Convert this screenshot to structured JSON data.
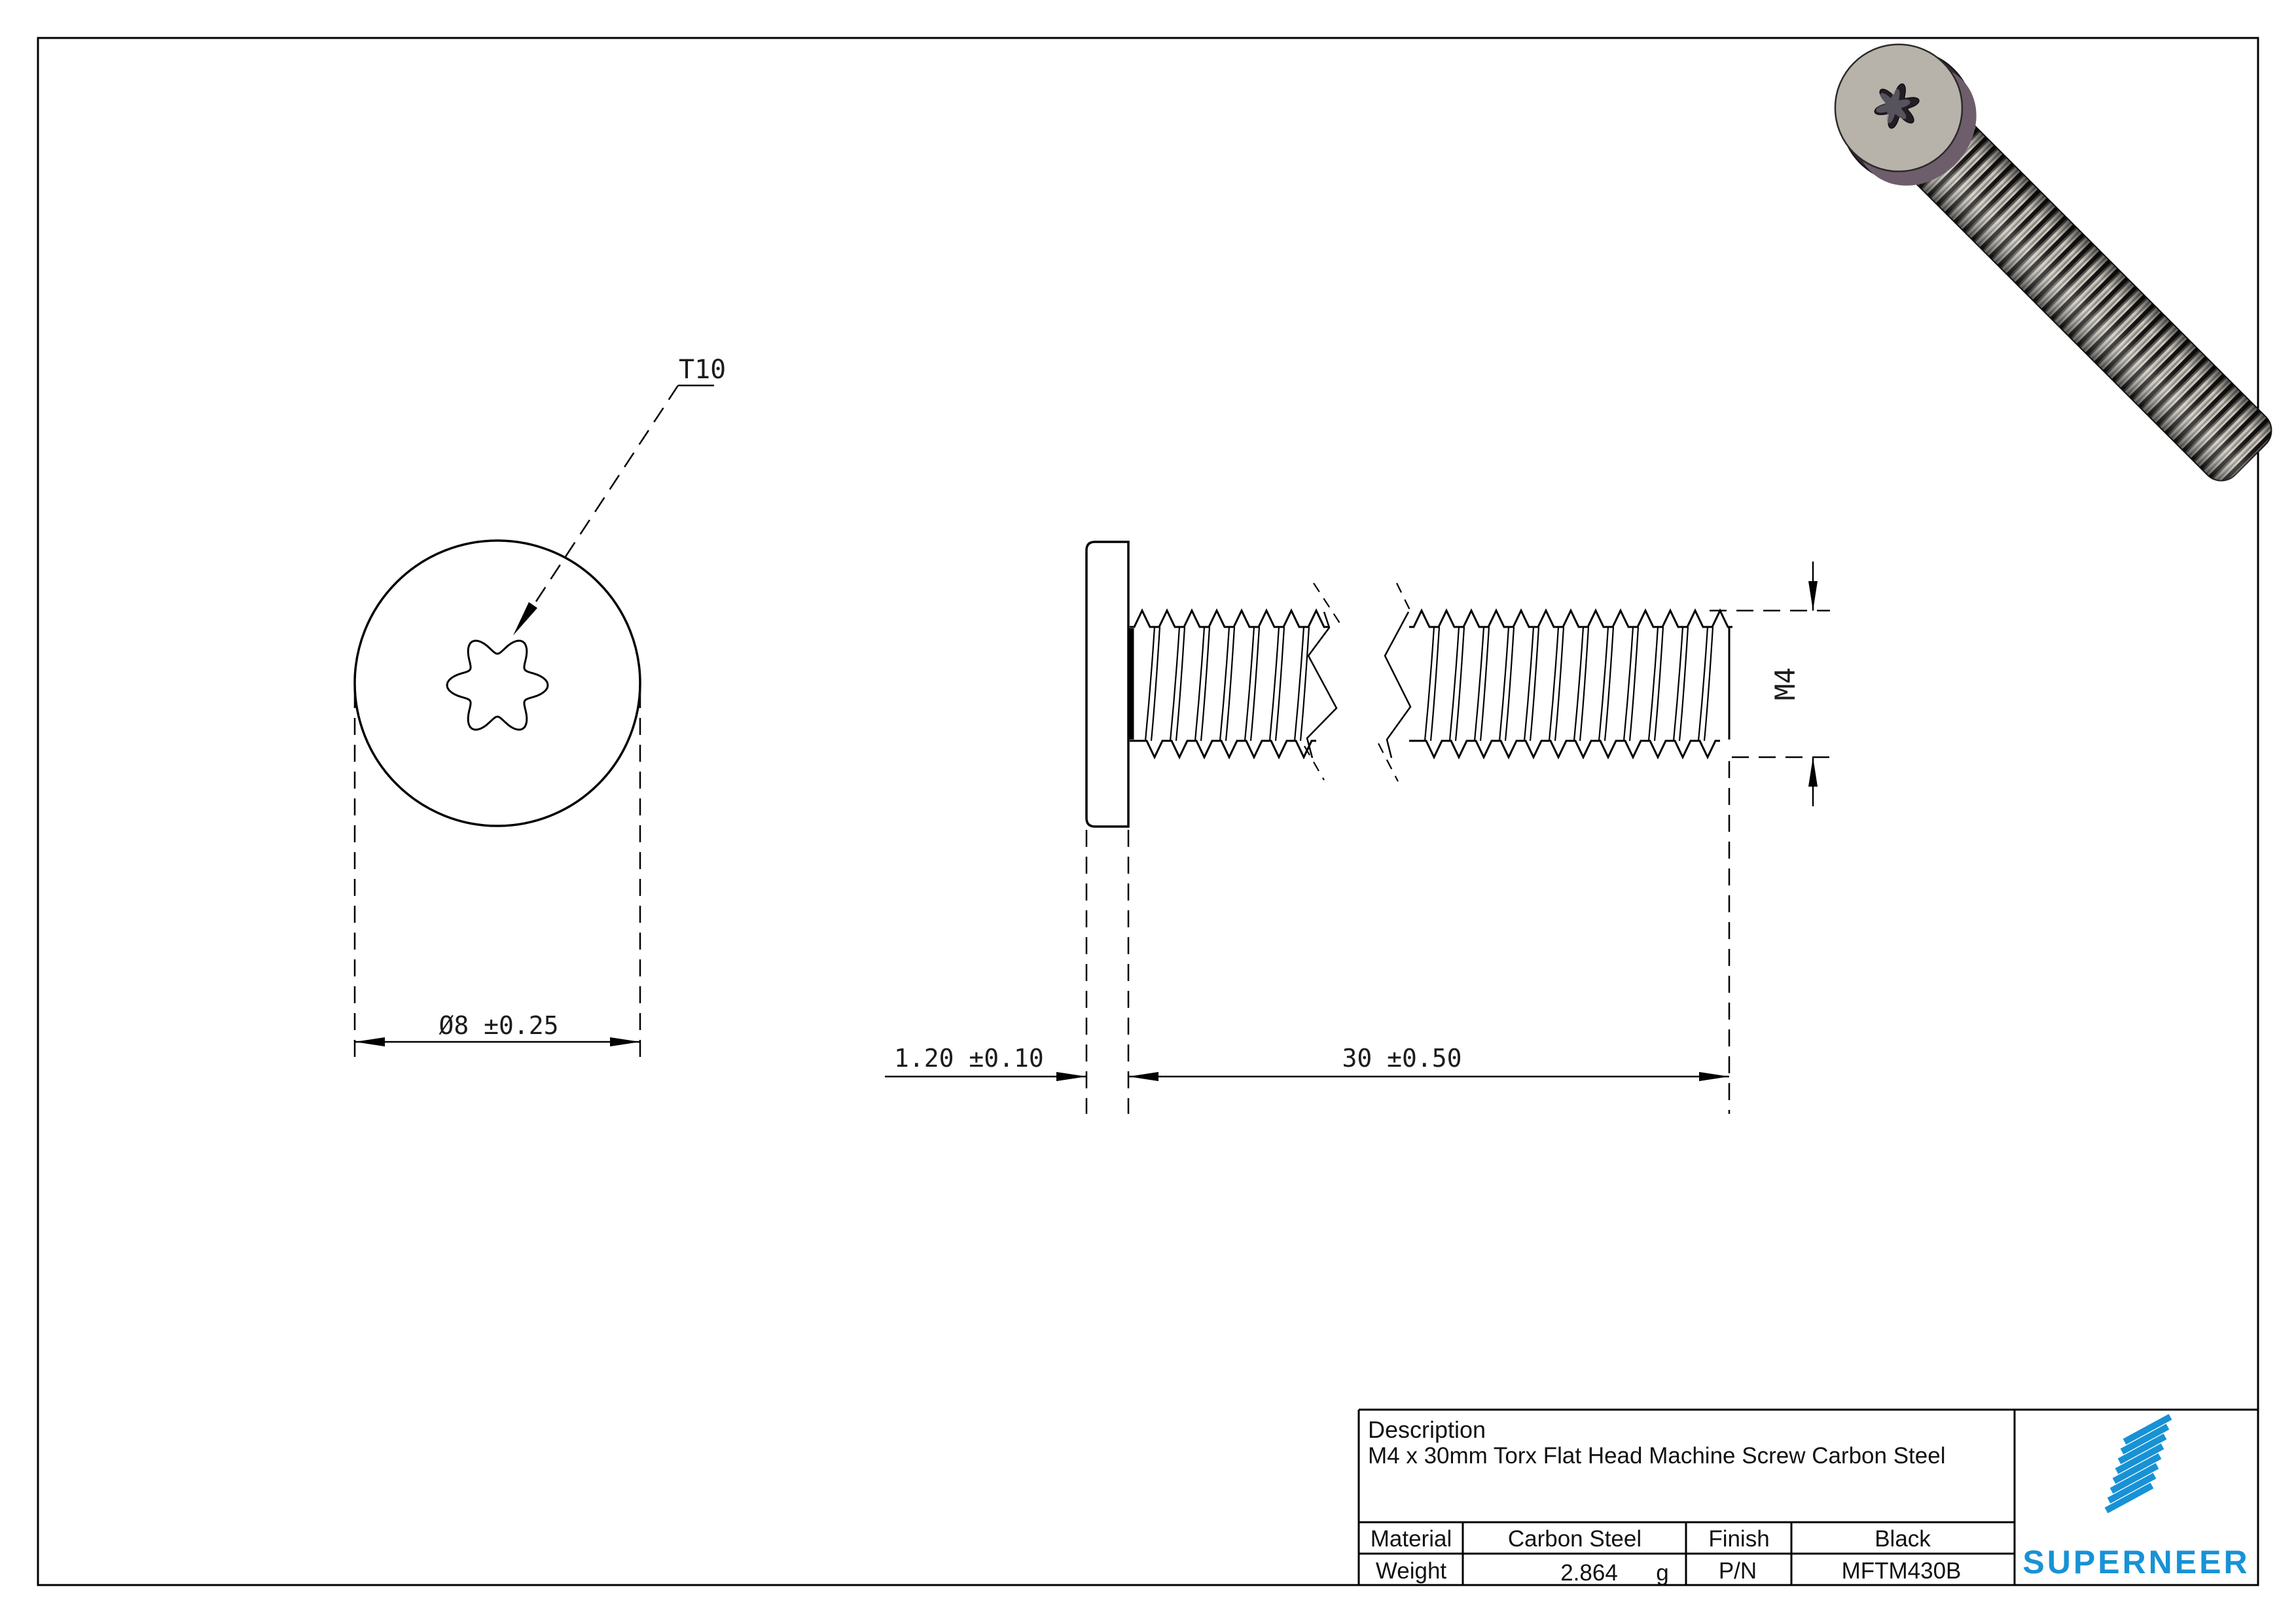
{
  "drawing_labels": {
    "torx": "T10",
    "head_diameter": "Ø8 ±0.25",
    "head_thickness": "1.20 ±0.10",
    "thread_length": "30 ±0.50",
    "thread_size": "M4"
  },
  "title_block": {
    "description_label": "Description",
    "description_value": "M4 x 30mm Torx Flat Head Machine Screw Carbon Steel",
    "material_label": "Material",
    "material_value": "Carbon Steel",
    "finish_label": "Finish",
    "finish_value": "Black",
    "weight_label": "Weight",
    "weight_value": "2.864",
    "weight_unit": "g",
    "part_number_label": "P/N",
    "part_number_value": "MFTM430B"
  },
  "brand": {
    "name": "SUPERNEER",
    "color": "#1892d5"
  }
}
